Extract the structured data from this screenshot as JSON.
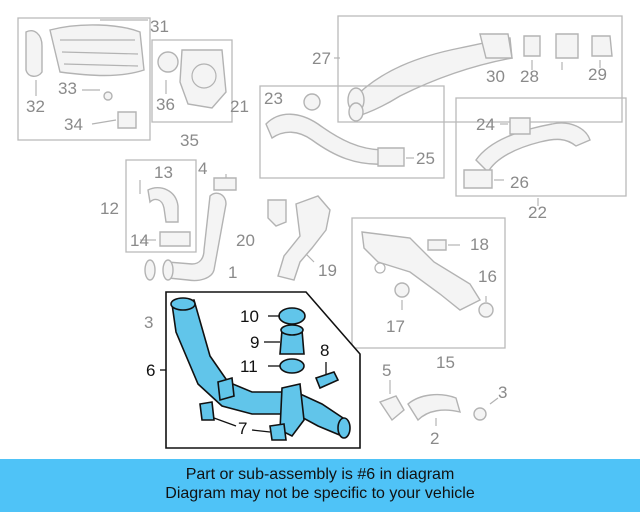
{
  "diagram": {
    "callouts": {
      "c1": "1",
      "c2": "2",
      "c3a": "3",
      "c3b": "3",
      "c4": "4",
      "c5": "5",
      "c6": "6",
      "c7": "7",
      "c8": "8",
      "c9": "9",
      "c10": "10",
      "c11": "11",
      "c12": "12",
      "c13": "13",
      "c14": "14",
      "c15": "15",
      "c16": "16",
      "c17": "17",
      "c18": "18",
      "c19": "19",
      "c20": "20",
      "c21": "21",
      "c22": "22",
      "c23": "23",
      "c24": "24",
      "c25": "25",
      "c26": "26",
      "c27": "27",
      "c28": "28",
      "c29": "29",
      "c30": "30",
      "c31": "31",
      "c32": "32",
      "c33": "33",
      "c34": "34",
      "c35": "35",
      "c36": "36"
    },
    "highlighted_part": "6",
    "colors": {
      "highlight": "#61c5ea",
      "banner": "#4fc3f7",
      "parts": "#b3b3b3"
    }
  },
  "banner": {
    "line1": "Part or sub-assembly is #6 in diagram",
    "line2": "Diagram may not be specific to your vehicle"
  }
}
